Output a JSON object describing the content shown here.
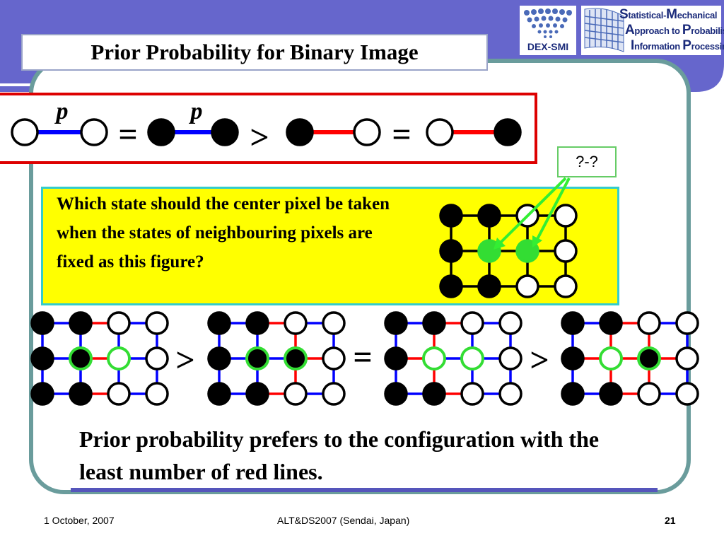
{
  "slide": {
    "title": "Prior Probability for Binary Image",
    "question": "Which state should the center pixel be taken when the states of neighbouring pixels are fixed as this figure?",
    "unknown_label": "?-?",
    "conclusion": "Prior probability prefers to the configuration with the least number of red lines."
  },
  "pair_row": {
    "p_label": "p",
    "symbols": [
      "=",
      ">",
      "="
    ]
  },
  "comparison": {
    "symbols": [
      ">",
      "=",
      ">"
    ]
  },
  "logos": {
    "dex": "DEX-SMI",
    "smapip": [
      {
        "cap": "S",
        "rest": "tatistical-"
      },
      {
        "cap": "M",
        "rest": "echanical"
      },
      {
        "cap": "A",
        "rest": "pproach to "
      },
      {
        "cap": "P",
        "rest": "robabilistic"
      },
      {
        "cap": "I",
        "rest": "nformation "
      },
      {
        "cap": "P",
        "rest": "rocessing"
      }
    ]
  },
  "footer": {
    "date": "1 October, 2007",
    "conference": "ALT&DS2007 (Sendai, Japan)",
    "page": "21"
  },
  "colors": {
    "theme_blue": "#6666cc",
    "frame_teal": "#6a9c9c",
    "edge_blue": "#0000ff",
    "edge_red": "#ff0000",
    "highlight_green": "#33dd33",
    "box_yellow": "#ffff00",
    "box_border_cyan": "#33cccc"
  }
}
